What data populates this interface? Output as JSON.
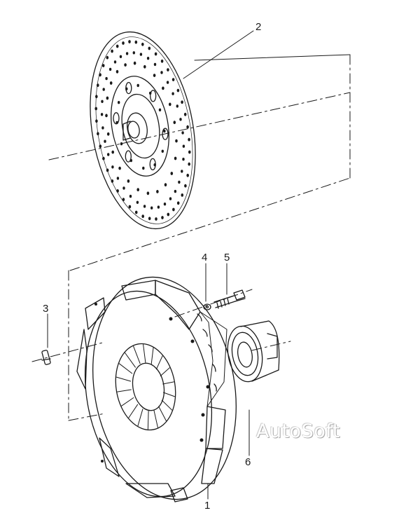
{
  "callouts": {
    "c1": "1",
    "c2": "2",
    "c3": "3",
    "c4": "4",
    "c5": "5",
    "c6": "6"
  },
  "watermark": "AutoSoft",
  "colors": {
    "ink": "#1a1a1a",
    "paper": "#ffffff",
    "watermark_shadow": "#b0b0b0"
  }
}
